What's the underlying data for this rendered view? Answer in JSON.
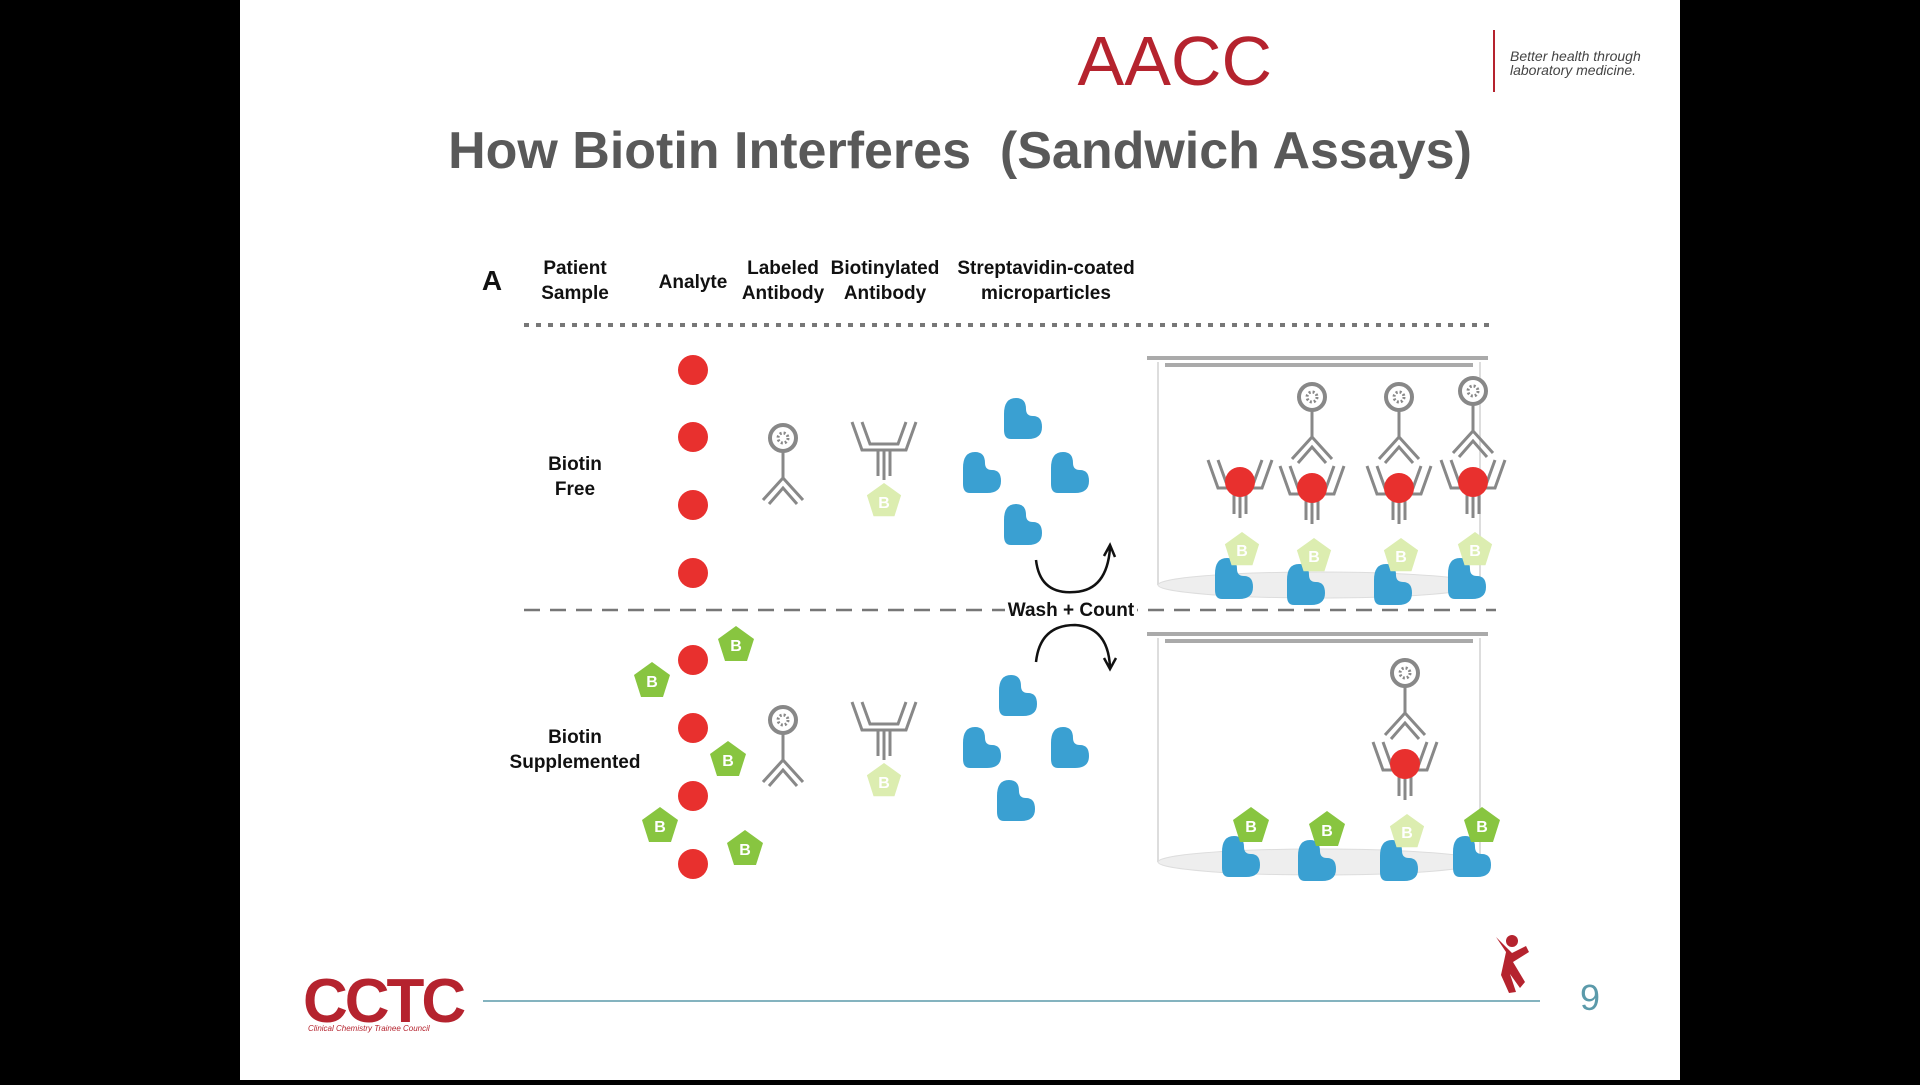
{
  "branding": {
    "logo_text": "AACC",
    "tagline_line1": "Better health through",
    "tagline_line2": "laboratory medicine.",
    "footer_logo_text": "CCTC",
    "footer_logo_subtext": "Clinical Chemistry Trainee Council",
    "brand_color": "#B5232E",
    "teal_color": "#5B9AAA"
  },
  "slide": {
    "title": "How Biotin Interferes  (Sandwich Assays)",
    "page_number": "9"
  },
  "diagram": {
    "panel_label": "A",
    "headers": {
      "patient_sample_l1": "Patient",
      "patient_sample_l2": "Sample",
      "analyte": "Analyte",
      "labeled_l1": "Labeled",
      "labeled_l2": "Antibody",
      "biotinylated_l1": "Biotinylated",
      "biotinylated_l2": "Antibody",
      "strep_l1": "Streptavidin-coated",
      "strep_l2": "microparticles"
    },
    "rows": {
      "free_l1": "Biotin",
      "free_l2": "Free",
      "supp_l1": "Biotin",
      "supp_l2": "Supplemented"
    },
    "wash_label": "Wash + Count",
    "biotin_letter": "B",
    "colors": {
      "analyte": "#E8302E",
      "biotin_free": "#88C540",
      "biotin_bound": "#DCEDB0",
      "streptavidin": "#3AA0D2",
      "antibody": "#888888"
    }
  }
}
